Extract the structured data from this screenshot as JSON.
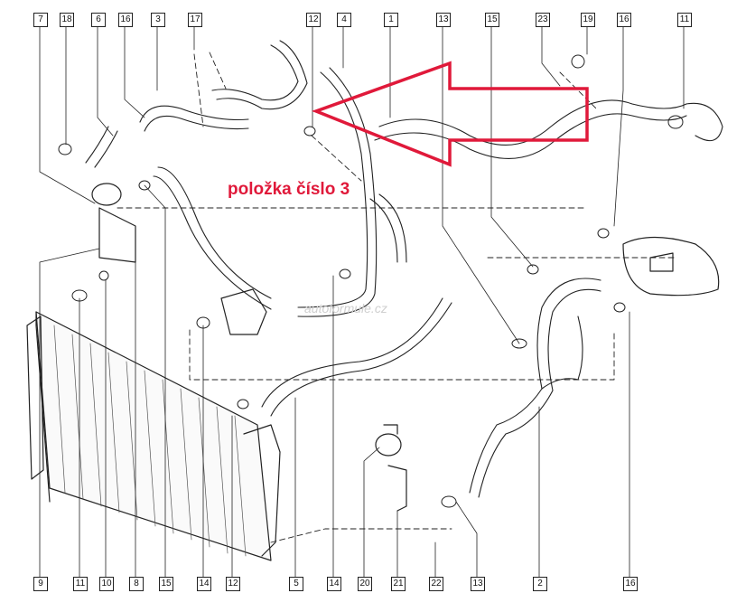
{
  "annotation": {
    "text": "položka číslo 3"
  },
  "watermark": {
    "text": "autoformule.cz"
  },
  "colors": {
    "annotation": "#e0193a",
    "arrow": "#e0193a",
    "line": "#222222"
  },
  "callouts_top": [
    "7",
    "18",
    "6",
    "16",
    "3",
    "17",
    "12",
    "4",
    "1",
    "13",
    "15",
    "23",
    "19",
    "16",
    "11"
  ],
  "callouts_bottom": [
    "9",
    "11",
    "10",
    "8",
    "15",
    "14",
    "12",
    "5",
    "14",
    "20",
    "21",
    "22",
    "13",
    "2",
    "16"
  ]
}
